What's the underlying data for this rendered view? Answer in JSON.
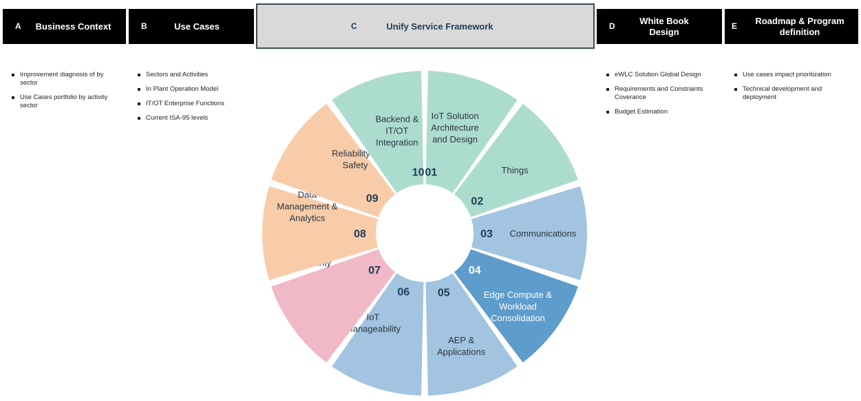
{
  "headers": [
    {
      "letter": "A",
      "title": "Business Context"
    },
    {
      "letter": "B",
      "title": "Use Cases"
    },
    {
      "letter": "C",
      "title": "Unify Service Framework"
    },
    {
      "letter": "D",
      "title": "White Book Design"
    },
    {
      "letter": "E",
      "title": "Roadmap & Program definition"
    }
  ],
  "bullets": {
    "a": [
      "Improvement diagnosis of by sector",
      "Use Cases portfolio by activity sector"
    ],
    "b": [
      "Sectors and Activities",
      "In Plant Operation Model",
      "IT/OT Enterprise Functions",
      "Current ISA-95 levels"
    ],
    "d": [
      "eWLC Solution Global Design",
      "Requirements and Constraints Coverance",
      "Budget Estimation"
    ],
    "e": [
      "Use cases impact prioritization",
      "Technical development and deployment"
    ]
  },
  "wheel": [
    {
      "number": "01",
      "label": "IoT Solution Architecture and Design",
      "color": "#acdcce"
    },
    {
      "number": "02",
      "label": "Things",
      "color": "#acdcce"
    },
    {
      "number": "03",
      "label": "Communications",
      "color": "#a2c4e0"
    },
    {
      "number": "04",
      "label": "Edge Compute & Workload Consolidation",
      "color": "#5e9ccc"
    },
    {
      "number": "05",
      "label": "AEP & Applications",
      "color": "#a2c4e0"
    },
    {
      "number": "06",
      "label": "IoT Manageability",
      "color": "#a2c4e0"
    },
    {
      "number": "07",
      "label": "Security",
      "color": "#f1b8c8"
    },
    {
      "number": "08",
      "label": "Data Management & Analytics",
      "color": "#f8cca8"
    },
    {
      "number": "09",
      "label": "Reliability & Safety",
      "color": "#f8cca8"
    },
    {
      "number": "10",
      "label": "Backend & IT/OT Integration",
      "color": "#acdcce"
    }
  ]
}
